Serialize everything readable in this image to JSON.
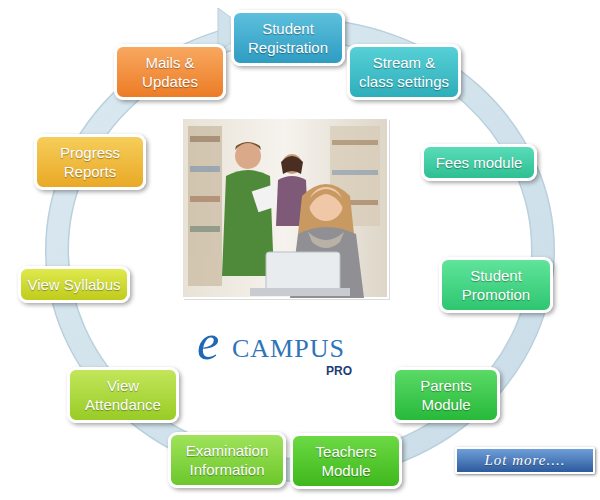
{
  "diagram": {
    "nodes": [
      {
        "text": [
          "Student Registration"
        ]
      },
      {
        "text": [
          "Stream & class settings"
        ]
      },
      {
        "text": [
          "Fees module"
        ]
      },
      {
        "text": [
          "Student Promotion"
        ]
      },
      {
        "text": [
          "Parents Module"
        ]
      },
      {
        "text": [
          "Teachers Module"
        ]
      },
      {
        "text": [
          "Examination Information"
        ]
      },
      {
        "text": [
          "View Attendance"
        ]
      },
      {
        "text": [
          "View Syllabus"
        ]
      },
      {
        "text": [
          "Progress Reports"
        ]
      },
      {
        "text": [
          "Mails & Updates"
        ]
      },
      {
        "text": [
          "Lot more...."
        ]
      }
    ],
    "labels": [
      "e",
      "CAMPUS",
      "PRO"
    ]
  }
}
